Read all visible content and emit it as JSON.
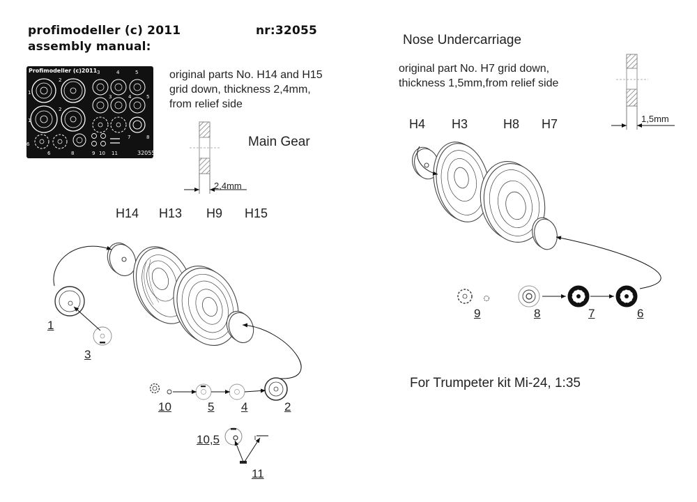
{
  "header": {
    "line1": "profimodeller (c) 2011",
    "line2": "assembly manual:",
    "number": "nr:32055"
  },
  "fret": {
    "title": "Profimodeller (c)2011",
    "code": "32055",
    "numbers": [
      "1",
      "2",
      "3",
      "4",
      "5",
      "1",
      "2",
      "3",
      "4",
      "5",
      "6",
      "7",
      "8",
      "6",
      "8",
      "9",
      "10",
      "11"
    ]
  },
  "main_gear": {
    "note": [
      "original parts No. H14 and H15",
      "grid down, thickness 2,4mm,",
      "from relief side"
    ],
    "title": "Main Gear",
    "thickness": "2,4mm",
    "parts": [
      "H14",
      "H13",
      "H9",
      "H15"
    ],
    "numbers": {
      "p1": "1",
      "p3": "3",
      "p10": "10",
      "p5": "5",
      "p4": "4",
      "p2": "2",
      "p105": "10,5",
      "p11": "11"
    }
  },
  "nose_gear": {
    "title": "Nose Undercarriage",
    "note": [
      "original part  No. H7 grid down,",
      "thickness 1,5mm,from relief side"
    ],
    "thickness": "1,5mm",
    "parts": [
      "H4",
      "H3",
      "H8",
      "H7"
    ],
    "numbers": {
      "p9": "9",
      "p8": "8",
      "p7": "7",
      "p6": "6"
    }
  },
  "footer": "For Trumpeter kit Mi-24, 1:35"
}
